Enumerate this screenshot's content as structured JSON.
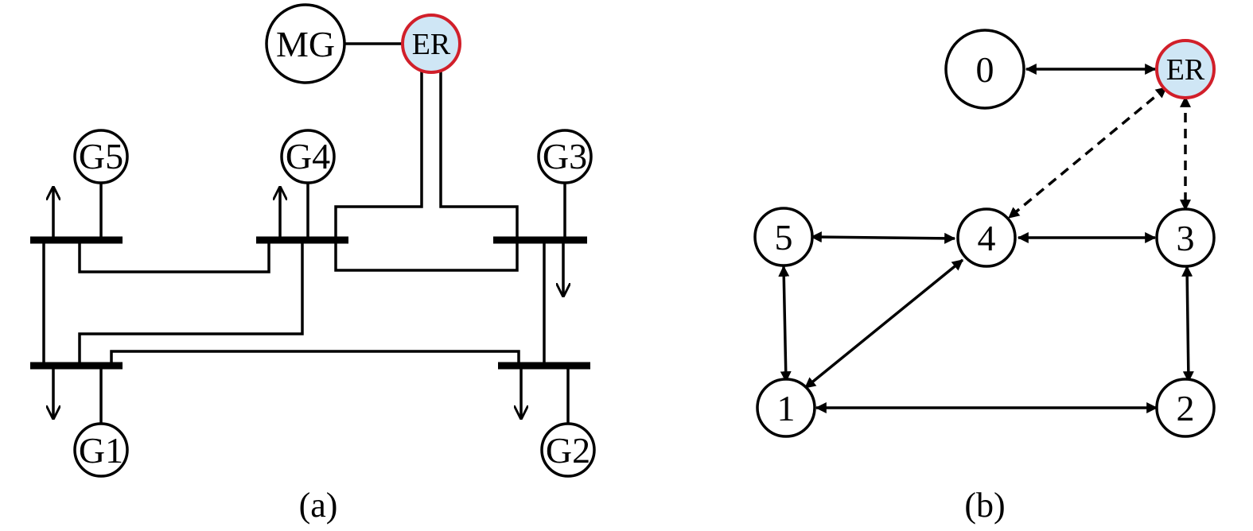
{
  "colors": {
    "line": "#000000",
    "er_fill": "#cfe6f5",
    "er_stroke": "#d11f2a",
    "node_fill": "#ffffff"
  },
  "panel_a": {
    "caption": "(a)",
    "generators": [
      "G1",
      "G2",
      "G3",
      "G4",
      "G5"
    ],
    "microgrid_label": "MG",
    "er_label": "ER"
  },
  "panel_b": {
    "caption": "(b)",
    "nodes": [
      "0",
      "1",
      "2",
      "3",
      "4",
      "5"
    ],
    "er_label": "ER",
    "edges": [
      {
        "from": "0",
        "to": "ER",
        "style": "solid"
      },
      {
        "from": "ER",
        "to": "4",
        "style": "dashed"
      },
      {
        "from": "ER",
        "to": "3",
        "style": "dashed"
      },
      {
        "from": "5",
        "to": "4",
        "style": "solid"
      },
      {
        "from": "4",
        "to": "3",
        "style": "solid"
      },
      {
        "from": "5",
        "to": "1",
        "style": "solid"
      },
      {
        "from": "4",
        "to": "1",
        "style": "solid"
      },
      {
        "from": "3",
        "to": "2",
        "style": "solid"
      },
      {
        "from": "1",
        "to": "2",
        "style": "solid"
      }
    ]
  }
}
